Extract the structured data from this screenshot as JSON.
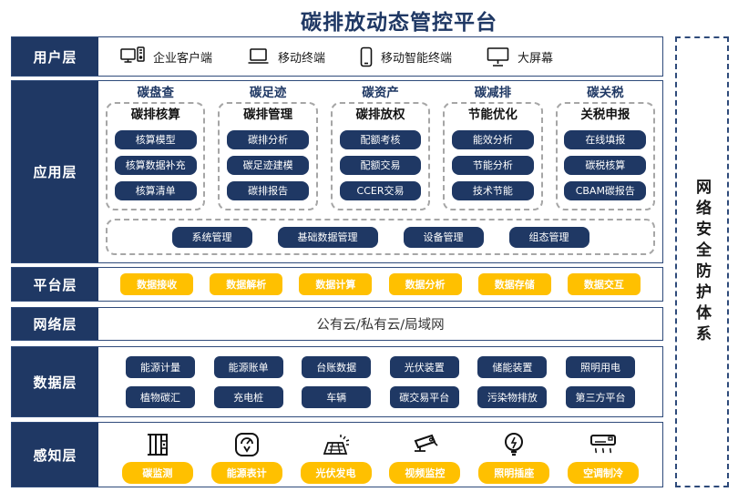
{
  "title": "碳排放动态管控平台",
  "colors": {
    "navy": "#1F3864",
    "gold": "#FFC000"
  },
  "security_sidebar": {
    "label": "网络安全防护体系"
  },
  "layers": {
    "user": {
      "label": "用户层",
      "items": [
        {
          "icon": "desktop-client-icon",
          "label": "企业客户端"
        },
        {
          "icon": "laptop-icon",
          "label": "移动终端"
        },
        {
          "icon": "smartphone-icon",
          "label": "移动智能终端"
        },
        {
          "icon": "large-screen-icon",
          "label": "大屏幕"
        }
      ]
    },
    "app": {
      "label": "应用层",
      "columns": [
        {
          "header": "碳盘查",
          "subtitle": "碳排核算",
          "items": [
            "核算模型",
            "核算数据补充",
            "核算清单"
          ]
        },
        {
          "header": "碳足迹",
          "subtitle": "碳排管理",
          "items": [
            "碳排分析",
            "碳足迹建模",
            "碳排报告"
          ]
        },
        {
          "header": "碳资产",
          "subtitle": "碳排放权",
          "items": [
            "配额考核",
            "配额交易",
            "CCER交易"
          ]
        },
        {
          "header": "碳减排",
          "subtitle": "节能优化",
          "items": [
            "能效分析",
            "节能分析",
            "技术节能"
          ]
        },
        {
          "header": "碳关税",
          "subtitle": "关税申报",
          "items": [
            "在线填报",
            "碳税核算",
            "CBAM碳报告"
          ]
        }
      ],
      "common": [
        "系统管理",
        "基础数据管理",
        "设备管理",
        "组态管理"
      ]
    },
    "platform": {
      "label": "平台层",
      "items": [
        "数据接收",
        "数据解析",
        "数据计算",
        "数据分析",
        "数据存储",
        "数据交互"
      ]
    },
    "network": {
      "label": "网络层",
      "text": "公有云/私有云/局域网"
    },
    "data": {
      "label": "数据层",
      "row1": [
        "能源计量",
        "能源账单",
        "台账数据",
        "光伏装置",
        "储能装置",
        "照明用电"
      ],
      "row2": [
        "植物碳汇",
        "充电桩",
        "车辆",
        "碳交易平台",
        "污染物排放",
        "第三方平台"
      ]
    },
    "perception": {
      "label": "感知层",
      "items": [
        {
          "icon": "carbon-monitor-icon",
          "label": "碳监测"
        },
        {
          "icon": "energy-meter-icon",
          "label": "能源表计"
        },
        {
          "icon": "solar-power-icon",
          "label": "光伏发电"
        },
        {
          "icon": "video-surveillance-icon",
          "label": "视频监控"
        },
        {
          "icon": "lighting-socket-icon",
          "label": "照明插座"
        },
        {
          "icon": "air-conditioning-icon",
          "label": "空调制冷"
        }
      ]
    }
  }
}
